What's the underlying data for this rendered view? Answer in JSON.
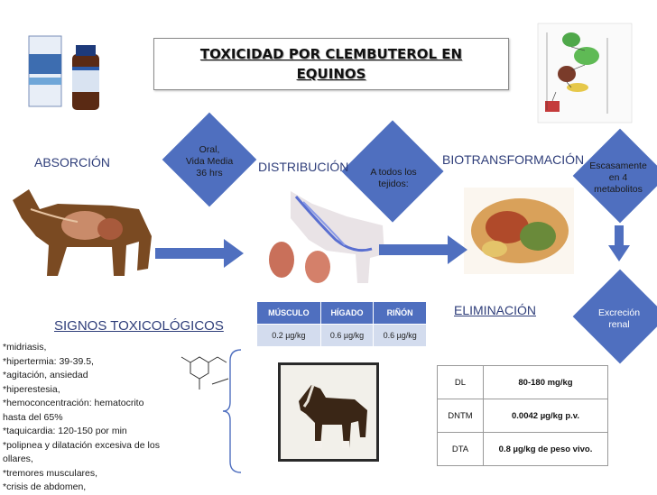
{
  "title": {
    "line1": "TOXICIDAD POR CLEMBUTEROL EN",
    "line2": "EQUINOS"
  },
  "headings": {
    "absorcion": "ABSORCIÓN",
    "distribucion": "DISTRIBUCIÓN",
    "biotransformacion": "BIOTRANSFORMACIÓN",
    "eliminacion": "ELIMINACIÓN",
    "signos": "SIGNOS TOXICOLÓGICOS"
  },
  "diamonds": {
    "oral": [
      "Oral,",
      "Vida Media",
      "36 hrs"
    ],
    "todos": [
      "A todos los",
      "tejidos:"
    ],
    "metabolitos": [
      "Escasamente",
      "en 4",
      "metabolitos"
    ],
    "excrecion": [
      "Excreción",
      "renal"
    ]
  },
  "tissue_table": {
    "headers": [
      "MÚSCULO",
      "HÍGADO",
      "RIÑÓN"
    ],
    "values": [
      "0.2 µg/kg",
      "0.6 µg/kg",
      "0.6 µg/kg"
    ]
  },
  "dose_table": {
    "rows": [
      {
        "key": "DL",
        "value": "80-180 mg/kg"
      },
      {
        "key": "DNTM",
        "value": "0.0042 µg/kg p.v."
      },
      {
        "key": "DTA",
        "value": "0.8 µg/kg de peso vivo."
      }
    ]
  },
  "symptoms": [
    "*midriasis,",
    "*hipertermia: 39-39.5,",
    "*agitación, ansiedad",
    "*hiperestesia,",
    "*hemoconcentración: hematocrito",
    "hasta del 65%",
    "*taquicardia: 120-150 por min",
    "*polipnea y dilatación excesiva de los",
    "ollares,",
    "*tremores musculares,",
    "*crisis de abdomen,"
  ],
  "colors": {
    "accent": "#4f6fbf",
    "heading": "#2f3e7a",
    "table_row": "#d3dcee"
  }
}
